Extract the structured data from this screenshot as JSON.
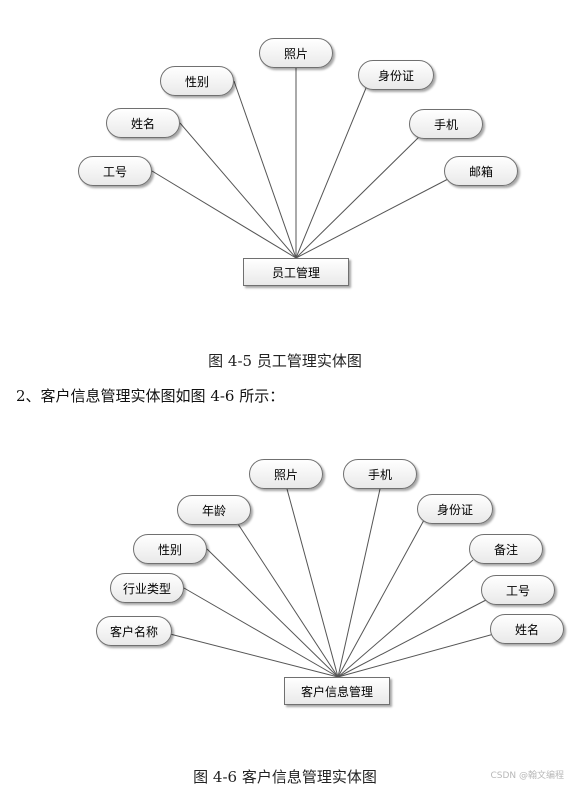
{
  "diagrams": [
    {
      "entity": "员工管理",
      "attributes": [
        "工号",
        "姓名",
        "性别",
        "照片",
        "身份证",
        "手机",
        "邮箱"
      ]
    },
    {
      "entity": "客户信息管理",
      "attributes": [
        "客户名称",
        "行业类型",
        "性别",
        "年龄",
        "照片",
        "手机",
        "身份证",
        "备注",
        "工号",
        "姓名"
      ]
    }
  ],
  "captions": {
    "fig1": "图 4-5  员工管理实体图",
    "paragraph": "2、客户信息管理实体图如图 4-6 所示：",
    "fig2": "图 4-6  客户信息管理实体图"
  },
  "watermark": "CSDN @翰文编程",
  "colors": {
    "line": "#555555",
    "border": "#707070"
  }
}
